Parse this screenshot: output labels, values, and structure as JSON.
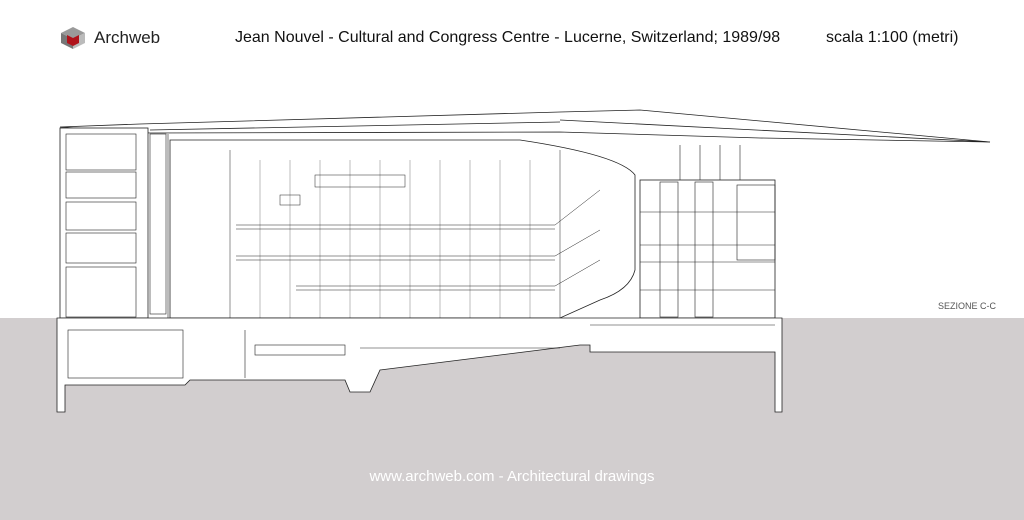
{
  "header": {
    "brand": "Archweb",
    "title": "Jean Nouvel - Cultural and Congress Centre - Lucerne, Switzerland; 1989/98",
    "scale": "scala 1:100 (metri)"
  },
  "drawing": {
    "section_label": "SEZIONE C-C"
  },
  "footer": {
    "text": "www.archweb.com - Architectural drawings"
  },
  "colors": {
    "ground": "#d2cecf",
    "logo_red": "#b0131b",
    "line": "#222222"
  }
}
